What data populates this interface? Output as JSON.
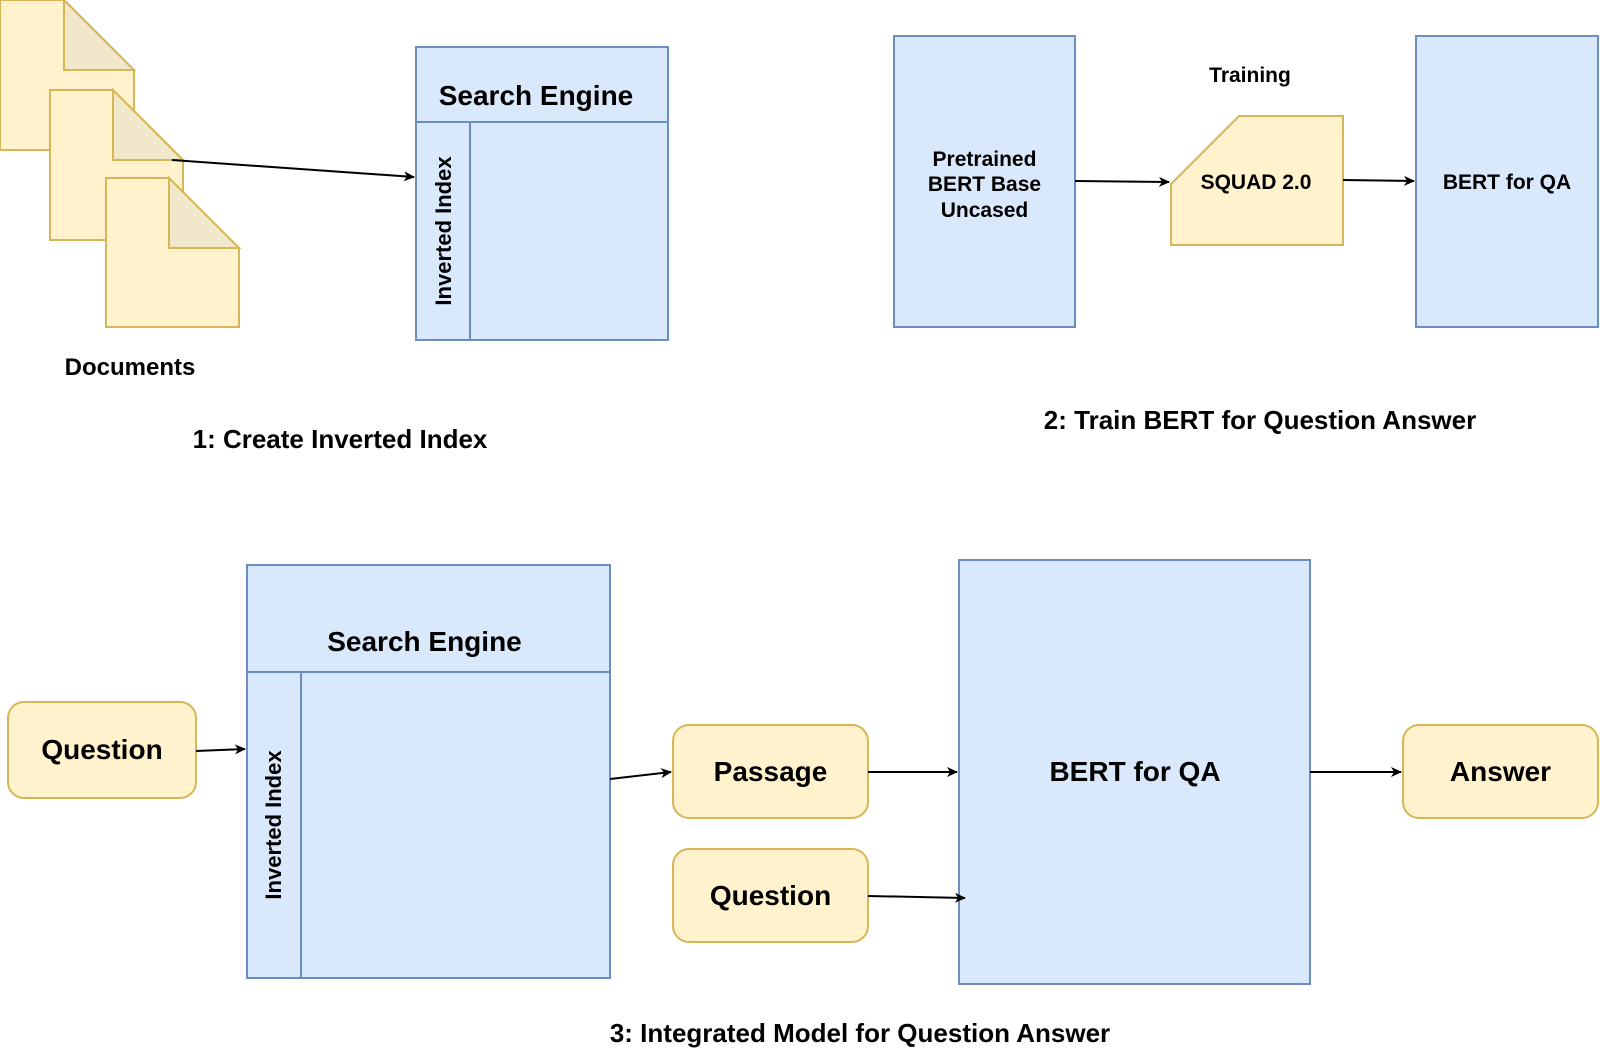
{
  "colors": {
    "blue_fill": "#dae8fc",
    "blue_stroke": "#6c8ebf",
    "yellow_fill": "#fff2cc",
    "yellow_fold": "#f1e7cb",
    "yellow_stroke": "#d6b656",
    "arrow": "#000000"
  },
  "section1": {
    "documents_label": "Documents",
    "search_engine_title": "Search Engine",
    "inverted_index_label": "Inverted Index",
    "caption": "1:  Create Inverted Index"
  },
  "section2": {
    "pretrained_label": "Pretrained\nBERT Base\nUncased",
    "training_label": "Training",
    "squad_label": "SQUAD 2.0",
    "bert_qa_label": "BERT for QA",
    "caption": "2:  Train BERT for Question Answer"
  },
  "section3": {
    "question_label": "Question",
    "search_engine_title": "Search Engine",
    "inverted_index_label": "Inverted Index",
    "passage_label": "Passage",
    "question2_label": "Question",
    "bert_qa_label": "BERT for QA",
    "answer_label": "Answer",
    "caption": "3:  Integrated Model for Question Answer"
  }
}
